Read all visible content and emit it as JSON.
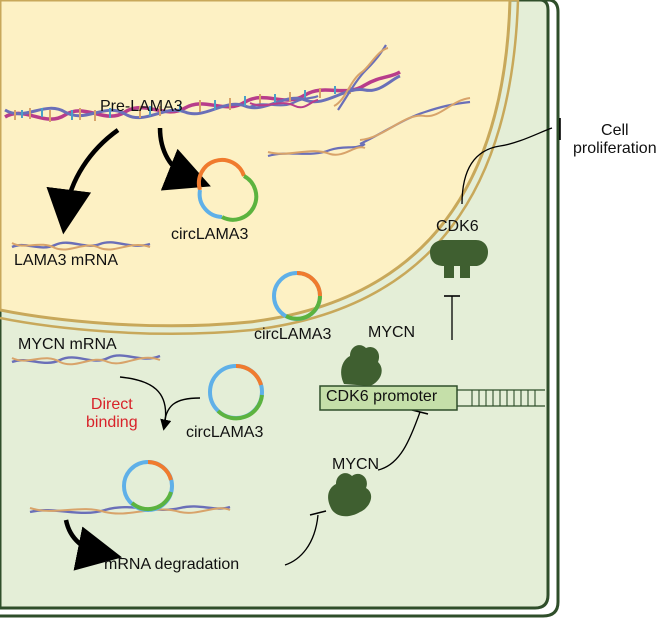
{
  "labels": {
    "pre_lama3": "Pre-LAMA3",
    "circlama3_nucleus": "circLAMA3",
    "lama3_mrna": "LAMA3 mRNA",
    "circlama3_cytoplasm": "circLAMA3",
    "mycn_mrna": "MYCN mRNA",
    "direct_binding": "Direct\nbinding",
    "circlama3_binding": "circLAMA3",
    "mrna_degradation": "mRNA degradation",
    "mycn_protein": "MYCN",
    "mycn_bound": "MYCN",
    "cdk6_promoter": "CDK6 promoter",
    "cdk6": "CDK6",
    "cell_proliferation": "Cell\nproliferation"
  },
  "colors": {
    "cytoplasm": "#e4eed7",
    "nucleus": "#fdf1c4",
    "membrane_outer": "#2f4e2a",
    "protein": "#3f5f30",
    "promoter_box": "#c5dfa9",
    "circ_blue": "#5fb0e8",
    "circ_orange": "#f07b2e",
    "circ_green": "#5cb33f",
    "inhibition_text": "#d8232a"
  }
}
